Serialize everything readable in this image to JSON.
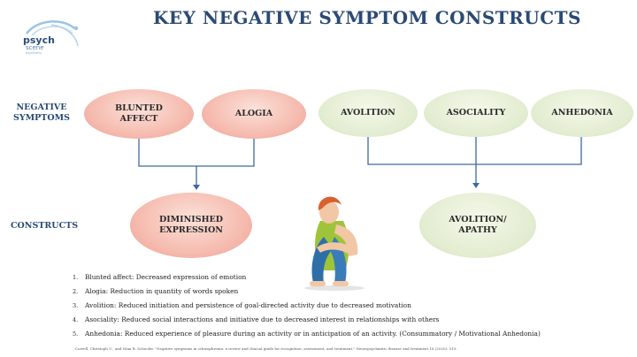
{
  "title": "KEY NEGATIVE SYMPTOM CONSTRUCTS",
  "logo": {
    "name": "psych",
    "sub": "scene",
    "tagline": "psychiatry"
  },
  "row_labels": {
    "negative": "NEGATIVE SYMPTOMS",
    "constructs": "CONSTRUCTS"
  },
  "symptoms": [
    {
      "line1": "BLUNTED",
      "line2": "AFFECT"
    },
    {
      "line1": "ALOGIA",
      "line2": ""
    },
    {
      "line1": "AVOLITION",
      "line2": ""
    },
    {
      "line1": "ASOCIALITY",
      "line2": ""
    },
    {
      "line1": "ANHEDONIA",
      "line2": ""
    }
  ],
  "constructs": [
    {
      "line1": "DIMINISHED",
      "line2": "EXPRESSION"
    },
    {
      "line1": "AVOLITION/",
      "line2": "APATHY"
    }
  ],
  "definitions": [
    {
      "num": "1.",
      "text": "Blunted affect: Decreased expression of emotion"
    },
    {
      "num": "2.",
      "text": "Alogia: Reduction in quantity of words spoken"
    },
    {
      "num": "3.",
      "text": "Avolition: Reduced initiation and persistence of goal-directed activity due to decreased motivation"
    },
    {
      "num": "4.",
      "text": "Asociality: Reduced social interactions and initiative due to decreased interest in relationships with others"
    },
    {
      "num": "5.",
      "text": "Anhedonia: Reduced experience of pleasure during an activity or in anticipation of an activity. (Consummatory / Motivational Anhedonia)"
    }
  ],
  "citation": "Correll, Christoph U., and Nina R. Schooler. \"Negative symptoms in schizophrenia: a review and clinical guide for recognition, assessment, and treatment.\" Neuropsychiatric disease and treatment 16 (2020): 519.",
  "colors": {
    "title": "#2a4a73",
    "connector": "#3d6a9e",
    "pink_ellipse": "#f6bcb0",
    "green_ellipse": "#e3edd2"
  }
}
